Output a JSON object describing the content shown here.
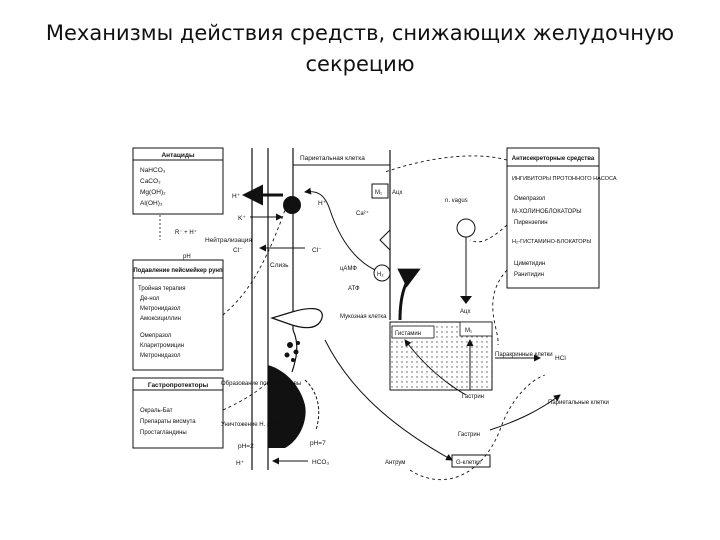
{
  "title": {
    "line1": "Механизмы действия средств, снижающих желудочную",
    "line2": "секрецию"
  },
  "left_boxes": {
    "antacids": {
      "header": "Антациды",
      "items": [
        "NaHCO₃",
        "CaCO₃",
        "Mg(OH)₂",
        "Al(OH)₃"
      ]
    },
    "suppression": {
      "header": "Подавление пейсмейкер рунп",
      "items": [
        "Тройная терапия",
        "Де-нол",
        "Метронидазол",
        "Амоксициллин",
        "Омепразол",
        "Кларитромицин",
        "Метронидазол"
      ]
    },
    "gastroprotectors": {
      "header": "Гастропротекторы",
      "items": [
        "Окраль-Бат",
        "Препараты висмута",
        "Простагландины"
      ]
    }
  },
  "right_box": {
    "header": "Антисекреторные средства",
    "items": [
      "ИНГИБИТОРЫ ПРОТОННОГО НАСОСА",
      "Омепразол",
      "М-ХОЛИНОБЛОКАТОРЫ",
      "Пирензепин",
      "H₂-ГИСТАМИНО-БЛОКАТОРЫ",
      "Циметидин",
      "Ранитидин"
    ]
  },
  "labels": {
    "parietal_cell": "Париетальная клетка",
    "neutralization": "Нейтрализация",
    "mucus": "Слизь",
    "mucous_cell": "Мукозная клетка",
    "formation_coating": "Образование покрытия язвы",
    "hp_destruction": "Уничтожение H. pylori",
    "histamine": "Гистамин",
    "paracrine": "Паракринные клетки",
    "parietal_cells": "Париетальные клетки",
    "gastrin": "Гастрин",
    "g_cells": "G-клетки",
    "antrum": "Антрум",
    "ach": "Ацх",
    "n_vagus": "n. vagus",
    "camp": "цАМФ",
    "atp": "АТФ",
    "cl": "Cl⁻",
    "hco3": "HCO₃",
    "h_plus": "H⁺",
    "k_plus": "K⁺",
    "ph7": "pH=7",
    "ph2": "pH=2",
    "hcl": "HCl",
    "m1": "M₁",
    "h2": "H₂",
    "ca": "Ca²⁺",
    "ph_label": "pH",
    "reaction": "R⁻ + H⁺"
  }
}
